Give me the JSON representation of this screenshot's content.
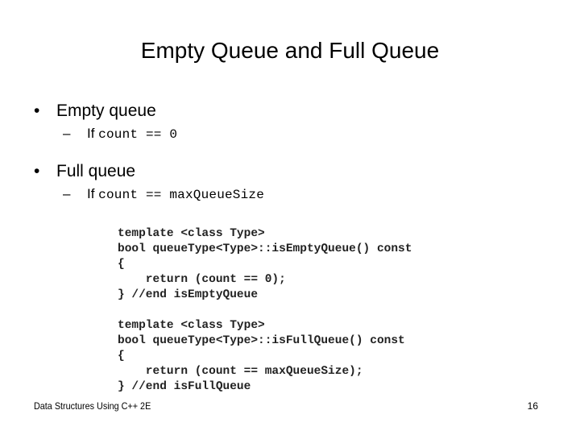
{
  "slide": {
    "title": "Empty Queue and Full Queue",
    "background_color": "#ffffff",
    "text_color": "#000000"
  },
  "bullets": [
    {
      "marker": "•",
      "label": "Empty queue",
      "sub": {
        "marker": "–",
        "keyword": "If",
        "code": "count == 0"
      }
    },
    {
      "marker": "•",
      "label": "Full queue",
      "sub": {
        "marker": "–",
        "keyword": "If",
        "code": "count == maxQueueSize"
      }
    }
  ],
  "code_figure": {
    "block_one": "template <class Type>\nbool queueType<Type>::isEmptyQueue() const\n{\n    return (count == 0);\n} //end isEmptyQueue",
    "block_two": "template <class Type>\nbool queueType<Type>::isFullQueue() const\n{\n    return (count == maxQueueSize);\n} //end isFullQueue"
  },
  "footer": {
    "source": "Data Structures Using C++ 2E",
    "page_number": "16"
  }
}
